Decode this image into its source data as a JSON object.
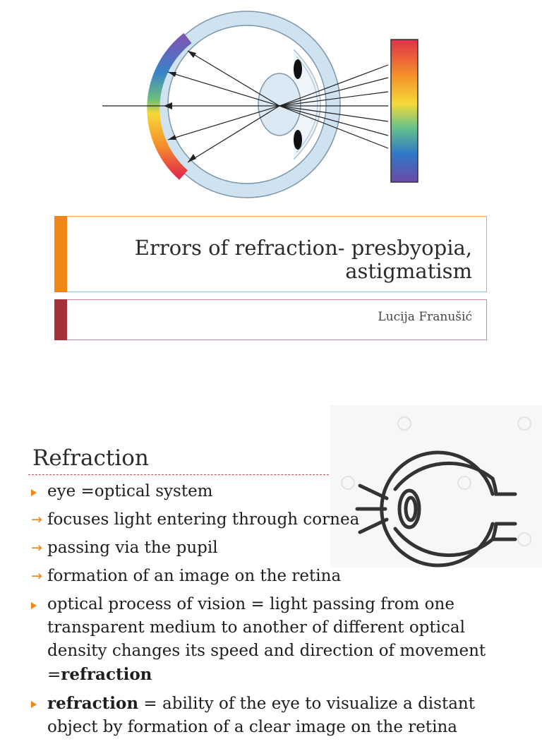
{
  "slide1": {
    "title_line1": "Errors of refraction- presbyopia,",
    "title_line2": "astigmatism",
    "author": "Lucija Franušić",
    "colors": {
      "accent_orange": "#ef8615",
      "accent_red": "#a5303c"
    },
    "diagram_icon": "eye-refraction-spectrum-diagram"
  },
  "slide2": {
    "heading": "Refraction",
    "icon": "eye-outline-icon",
    "bullets": [
      {
        "marker": "triangle",
        "text": "eye =optical system"
      },
      {
        "marker": "arrow",
        "text": "focuses light entering through cornea"
      },
      {
        "marker": "arrow",
        "text": "passing via the pupil"
      },
      {
        "marker": "arrow",
        "text": "formation of an image on the retina"
      },
      {
        "marker": "triangle",
        "text": "optical process of vision = light passing from one transparent medium to another of different optical density changes its speed and direction of movement =",
        "bold_tail": "refraction"
      },
      {
        "marker": "triangle",
        "bold_head": "refraction",
        "text": " = ability of the eye to visualize a distant object by formation of a clear image on the retina"
      }
    ]
  }
}
